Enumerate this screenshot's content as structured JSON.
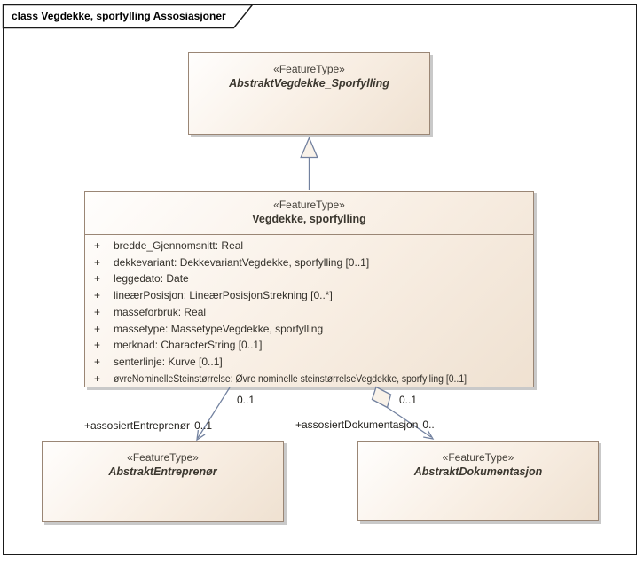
{
  "frame": {
    "title": "class Vegdekke, sporfylling Assosiasjoner"
  },
  "colors": {
    "background": "#ffffff",
    "frame_border": "#1a1a1a",
    "box_border": "#9a8675",
    "box_fill_light": "#fffefd",
    "box_fill_dark": "#efe1d1",
    "box_shadow": "#c9c9c9",
    "connector": "#72819f",
    "text": "#33302a"
  },
  "classes": {
    "abstraktVegdekkeSporfylling": {
      "stereotype": "«FeatureType»",
      "name": "AbstraktVegdekke_Sporfylling"
    },
    "vegdekkeSporfylling": {
      "stereotype": "«FeatureType»",
      "name": "Vegdekke, sporfylling",
      "attributes": [
        {
          "vis": "+",
          "decl": "bredde_Gjennomsnitt: Real"
        },
        {
          "vis": "+",
          "decl": "dekkevariant: DekkevariantVegdekke, sporfylling [0..1]"
        },
        {
          "vis": "+",
          "decl": "leggedato: Date"
        },
        {
          "vis": "+",
          "decl": "lineærPosisjon: LineærPosisjonStrekning [0..*]"
        },
        {
          "vis": "+",
          "decl": "masseforbruk: Real"
        },
        {
          "vis": "+",
          "decl": "massetype: MassetypeVegdekke, sporfylling"
        },
        {
          "vis": "+",
          "decl": "merknad: CharacterString [0..1]"
        },
        {
          "vis": "+",
          "decl": "senterlinje: Kurve [0..1]"
        },
        {
          "vis": "+",
          "decl": "øvreNominelleSteinstørrelse: Øvre nominelle steinstørrelseVegdekke, sporfylling [0..1]"
        }
      ]
    },
    "abstraktEntreprenor": {
      "stereotype": "«FeatureType»",
      "name": "AbstraktEntreprenør"
    },
    "abstraktDokumentasjon": {
      "stereotype": "«FeatureType»",
      "name": "AbstraktDokumentasjon"
    }
  },
  "connectors": {
    "entreprenor": {
      "source_multiplicity": "0..1",
      "role": "+assosiertEntreprenør",
      "target_multiplicity": "0..1"
    },
    "dokumentasjon": {
      "source_multiplicity": "0..1",
      "role": "+assosiertDokumentasjon",
      "target_multiplicity": "0.."
    }
  }
}
